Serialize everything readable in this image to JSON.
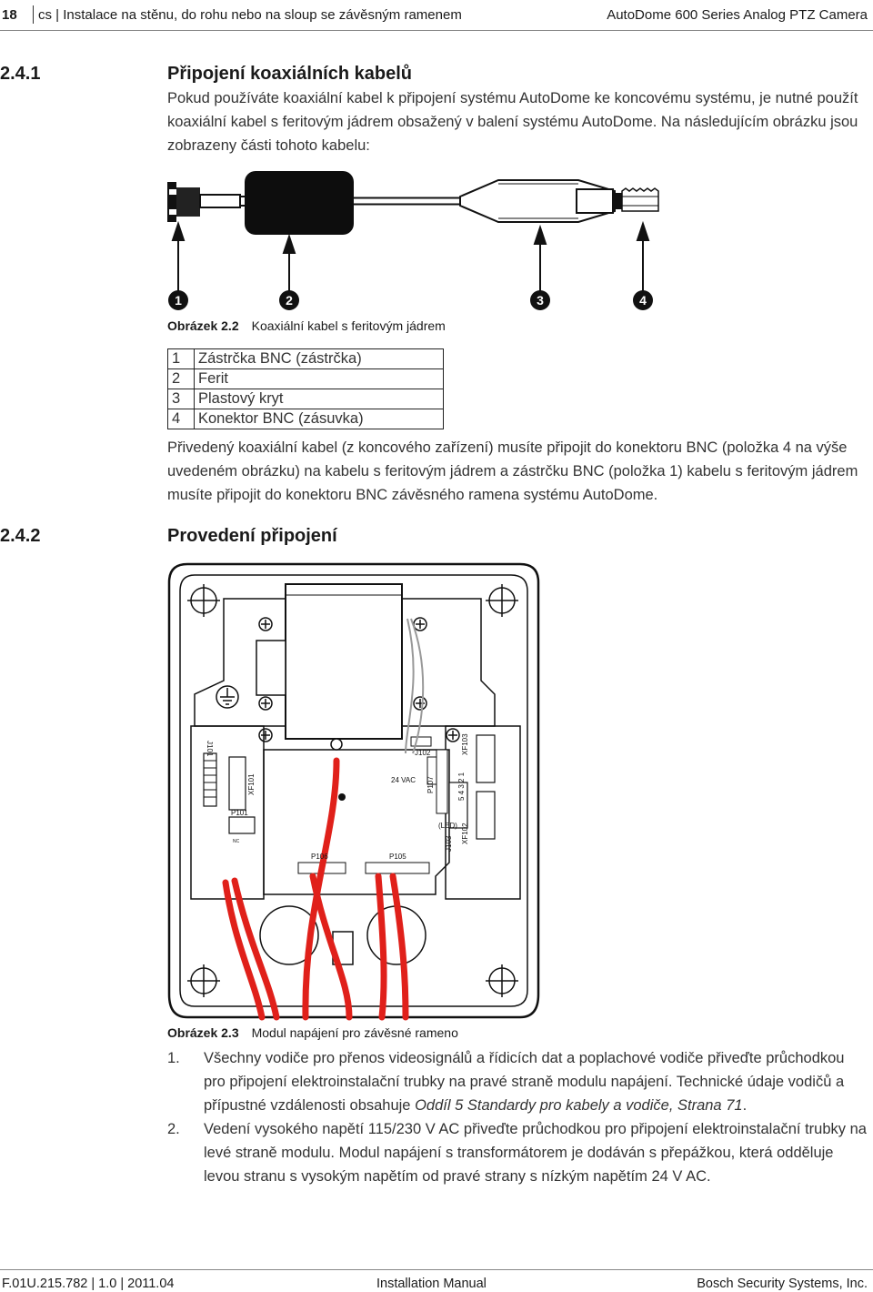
{
  "header": {
    "page_number": "18",
    "section": "cs | Instalace na stěnu, do rohu nebo na sloup se závěsným ramenem",
    "product": "AutoDome 600 Series Analog PTZ Camera"
  },
  "section_241": {
    "number": "2.4.1",
    "title": "Připojení koaxiálních kabelů",
    "intro": "Pokud používáte koaxiální kabel k připojení systému AutoDome ke koncovému systému, je nutné použít koaxiální kabel s feritovým jádrem obsažený v balení systému AutoDome. Na následujícím obrázku jsou zobrazeny části tohoto kabelu:"
  },
  "figure_22": {
    "label": "Obrázek  2.2",
    "caption": "Koaxiální kabel s feritovým jádrem",
    "callouts": [
      "1",
      "2",
      "3",
      "4"
    ]
  },
  "parts_table": [
    {
      "num": "1",
      "text": "Zástrčka BNC (zástrčka)"
    },
    {
      "num": "2",
      "text": "Ferit"
    },
    {
      "num": "3",
      "text": "Plastový kryt"
    },
    {
      "num": "4",
      "text": "Konektor BNC (zásuvka)"
    }
  ],
  "after_table": "Přivedený koaxiální kabel (z koncového zařízení) musíte připojit do konektoru BNC (položka 4 na výše uvedeném obrázku) na kabelu s feritovým jádrem a zástrčku BNC (položka 1) kabelu s feritovým jádrem musíte připojit do konektoru BNC závěsného ramena systému AutoDome.",
  "section_242": {
    "number": "2.4.2",
    "title": "Provedení připojení"
  },
  "diagram_labels": {
    "j101": "J101",
    "xf101": "XF101",
    "p101": "P101",
    "j102": "J102",
    "xf103": "XF103",
    "vac": "24 VAC",
    "p107": "P107",
    "pins": "5 4 3 2 1",
    "led": "(LED)",
    "xf102": "XF102",
    "j103": "J103",
    "p106": "P106",
    "p105": "P105",
    "nc": "NC"
  },
  "figure_23": {
    "label": "Obrázek  2.3",
    "caption": "Modul napájení pro závěsné rameno"
  },
  "steps": [
    {
      "num": "1.",
      "text_before": "Všechny vodiče pro přenos videosignálů a řídicích dat a poplachové vodiče přiveďte průchodkou pro připojení elektroinstalační trubky na pravé straně modulu napájení. Technické údaje vodičů a přípustné vzdálenosti obsahuje ",
      "ref": "Oddíl 5 Standardy pro kabely a vodiče, Strana 71",
      "text_after": "."
    },
    {
      "num": "2.",
      "text": "Vedení vysokého napětí 115/230 V AC přiveďte průchodkou pro připojení elektroinstalační trubky na levé straně modulu. Modul napájení s transformátorem je dodáván s přepážkou, která odděluje levou stranu s vysokým napětím od pravé strany s nízkým napětím 24 V AC."
    }
  ],
  "footer": {
    "doc_id": "F.01U.215.782 | 1.0 | 2011.04",
    "doc_type": "Installation Manual",
    "company": "Bosch Security Systems, Inc."
  }
}
